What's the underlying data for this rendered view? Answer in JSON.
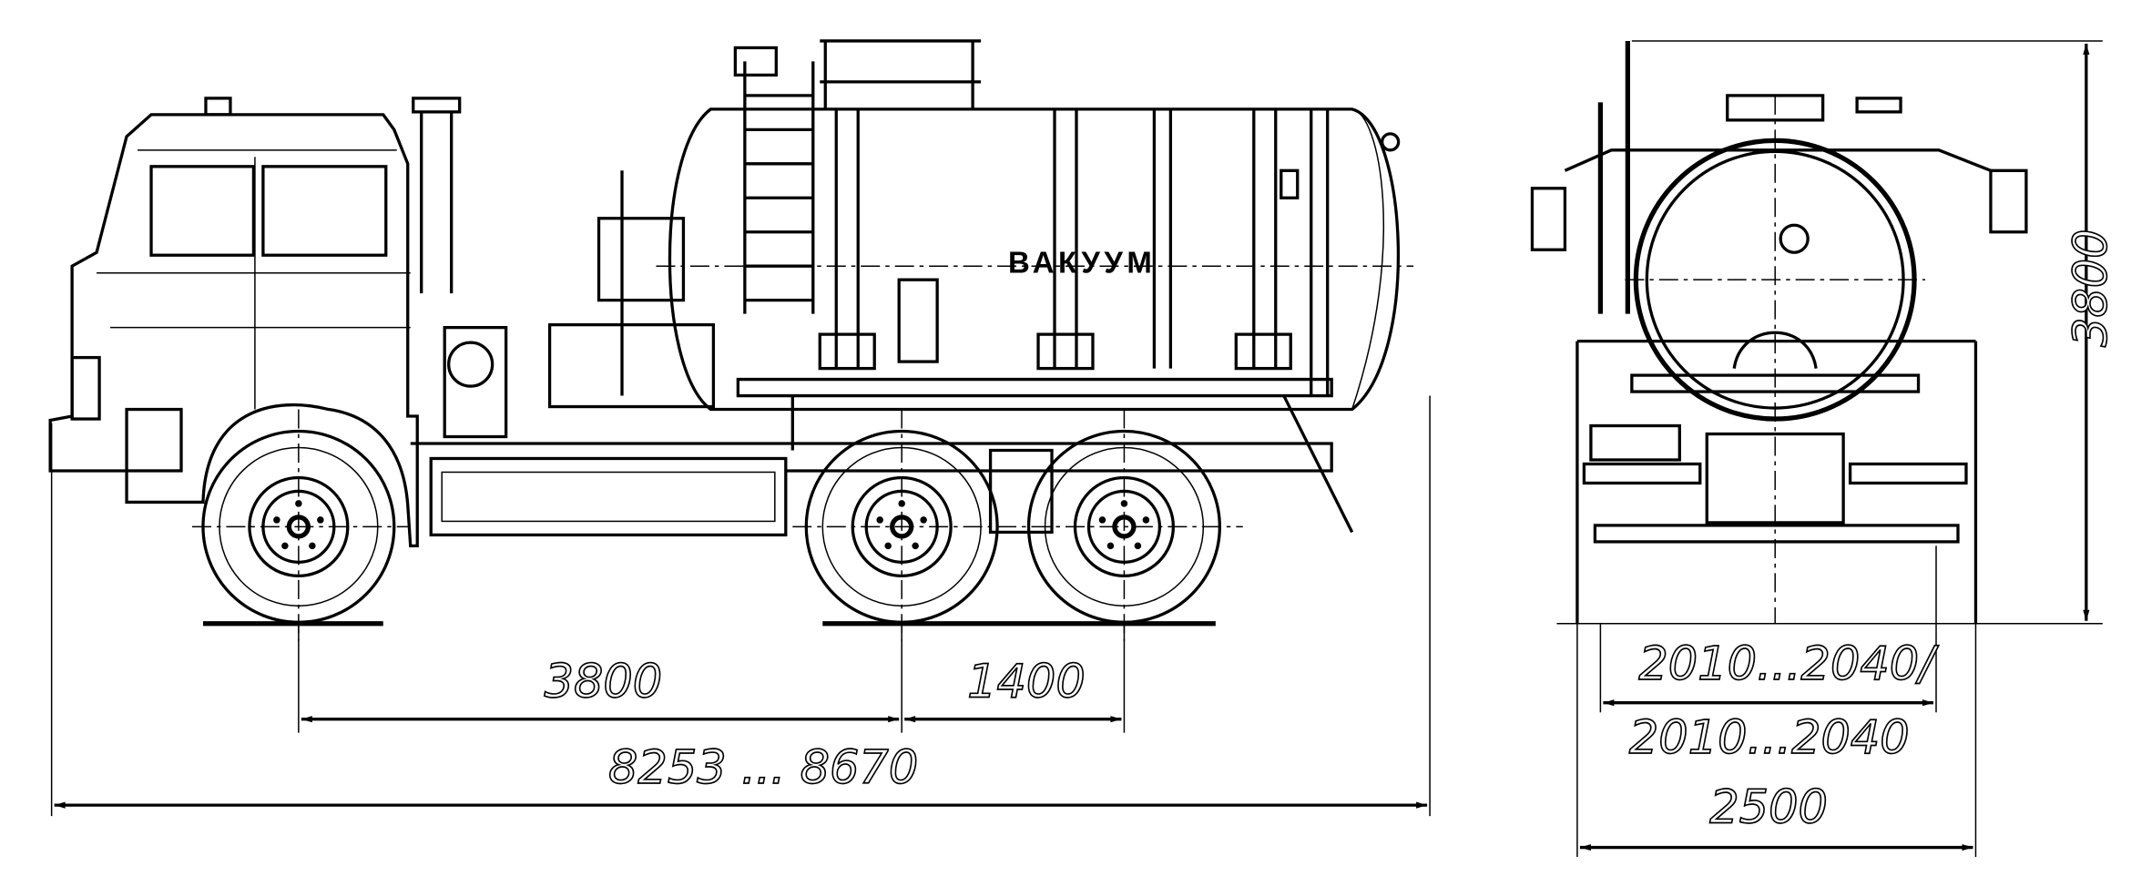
{
  "drawing": {
    "tank_label": "ВАКУУМ",
    "side_view": {
      "wheelbase_label": "3800",
      "bogie_label": "1400",
      "overall_length_label": "8253 ... 8670"
    },
    "rear_view": {
      "track_front_label": "2010...2040/",
      "track_rear_label": "2010...2040",
      "overall_width_label": "2500",
      "overall_height_label": "3800"
    }
  }
}
